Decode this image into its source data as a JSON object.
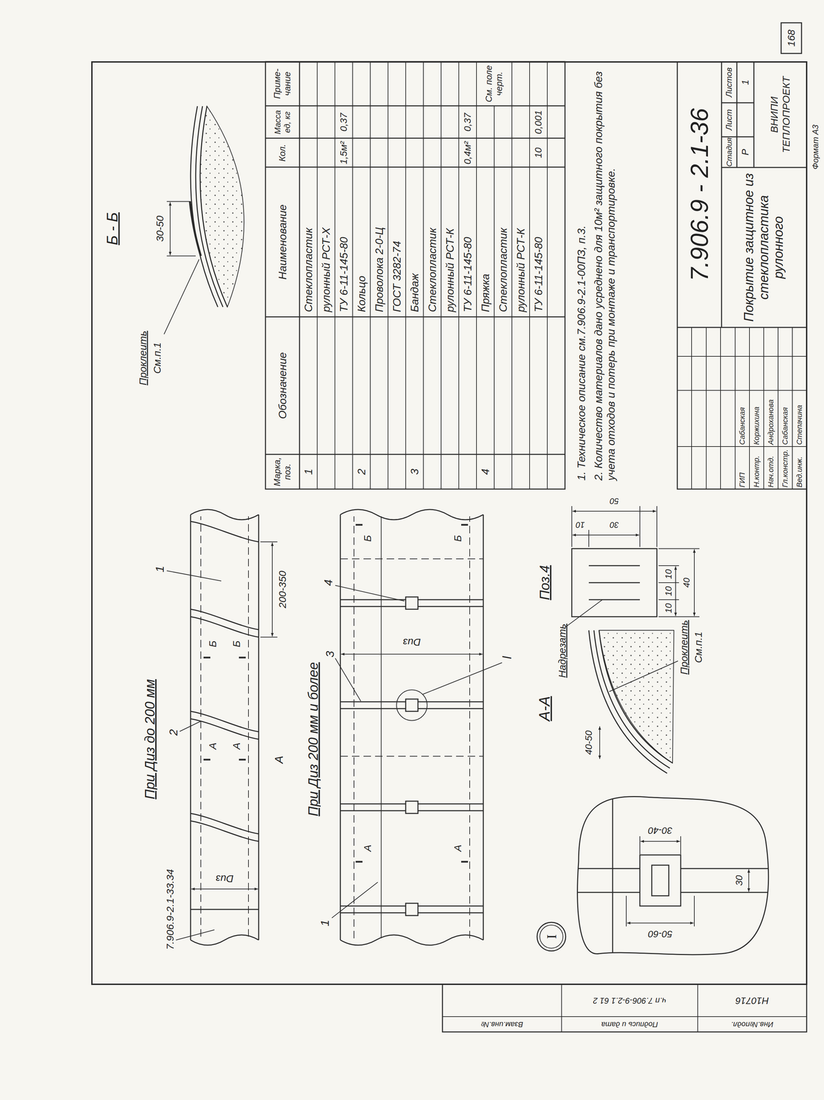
{
  "diagram": {
    "nodes": [
      {
        "text": [
          "I"
        ]
      }
    ],
    "labels": [
      "168",
      "Формат А3",
      "Н10716",
      "ч.п 7.906-9-2.1 61 2",
      "Инв.№подл.",
      "Подпись и дата",
      "Взам.инв.№",
      "При Диз до 200 мм",
      "7.906.9-2.1-33.34",
      "2",
      "1",
      "А",
      "А",
      "Б",
      "Б",
      "Dиз",
      "200-350",
      "А",
      "При Диз 200 мм и более",
      "1",
      "3",
      "4",
      "I",
      "Dиз",
      "А",
      "А",
      "Б",
      "Б",
      "Б - Б",
      "Проклеить",
      "См.п.1",
      "30-50",
      "Марка, поз.",
      "Обозначение",
      "Наименование",
      "Кол.",
      "Масса ед, кг",
      "Приме-чание",
      "1",
      "Стеклопластик",
      "рулонный РСТ-Х",
      "ТУ 6-11-145-80",
      "1,5м²",
      "0,37",
      "2",
      "Кольцо",
      "Проволока 2-0-Ц",
      "ГОСТ 3282-74",
      "3",
      "Бандаж",
      "Стеклопластик",
      "рулонный РСТ-К",
      "ТУ 6-11-145-80",
      "0,4м²",
      "0,37",
      "4",
      "Пряжка",
      "См. поле черт.",
      "Стеклопластик",
      "рулонный РСТ-К",
      "ТУ 6-11-145-80",
      "10",
      "0,001",
      "1. Техническое описание см.7.906.9-2.1-00ПЗ, п.3.",
      "2. Количество материалов дано усреднено для 10м² защитного покрытия без учета отходов и потерь при монтаже и транспортировке.",
      "7.906.9 - 2.1-36",
      "Покрытие защитное из стеклопластика рулонного",
      "Стадия",
      "Лист",
      "Листов",
      "Р",
      "1",
      "ВНИПИ ТЕПЛОПРОЕКТ",
      "ГИП",
      "Сабанская",
      "Н.контр.",
      "Коржихина",
      "Нач.отд.",
      "Андроханова",
      "Гл.констр.",
      "Сабанская",
      "Вед.инж.",
      "Степачина",
      "Надрезать",
      "30-40",
      "50-60",
      "30",
      "А-А",
      "40-50",
      "Проклеить",
      "См.п.1",
      "Поз.4",
      "10",
      "10",
      "10",
      "40",
      "10",
      "30",
      "50"
    ]
  }
}
